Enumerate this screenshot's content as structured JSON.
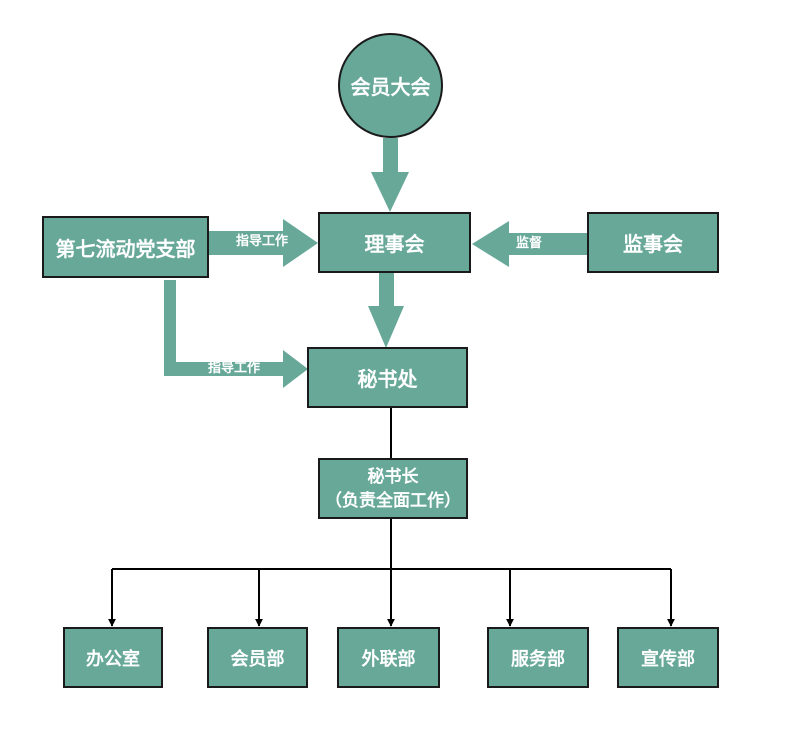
{
  "nodes": {
    "general_assembly": "会员大会",
    "council": "理事会",
    "party_branch": "第七流动党支部",
    "supervisors": "监事会",
    "secretariat": "秘书处",
    "secretary_general_title": "秘书长",
    "secretary_general_note": "（负责全面工作）",
    "office": "办公室",
    "membership": "会员部",
    "external_liaison": "外联部",
    "services": "服务部",
    "publicity": "宣传部"
  },
  "edge_labels": {
    "guide_council": "指导工作",
    "supervise": "监督",
    "guide_secretariat": "指导工作"
  },
  "colors": {
    "node_fill": "#67a899",
    "arrow_fill": "#67a899",
    "border": "#1a1a1a",
    "text": "#ffffff",
    "connector": "#000000"
  }
}
